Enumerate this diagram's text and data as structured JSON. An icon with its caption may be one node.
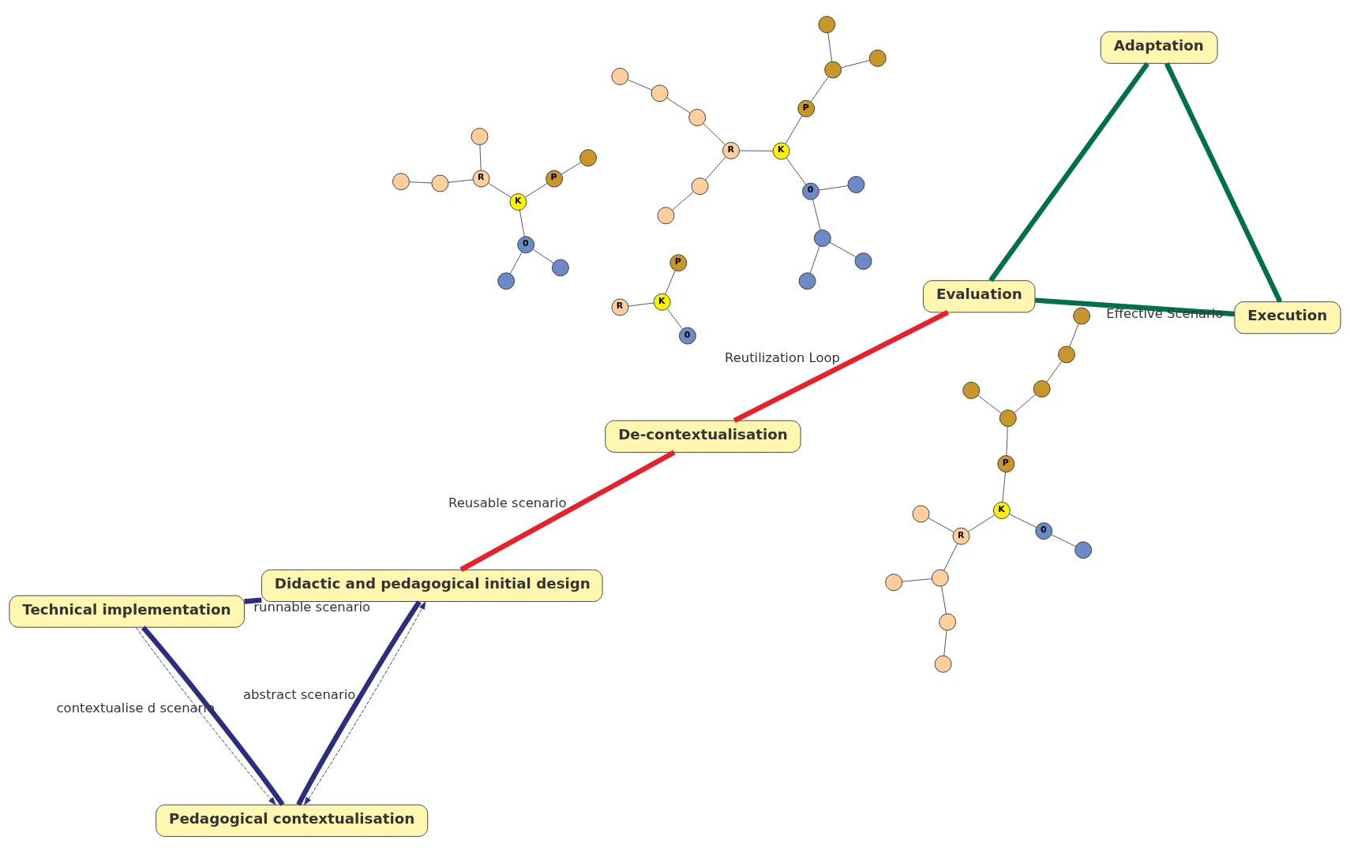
{
  "diagram": {
    "nodes": [
      {
        "text": [
          "Technical implementation"
        ]
      },
      {
        "text": [
          "Execution"
        ]
      },
      {
        "text": [
          "Pedagogical contextualisation"
        ]
      },
      {
        "text": [
          "Evaluation"
        ]
      },
      {
        "text": [
          "Adaptation"
        ]
      },
      {
        "text": [
          "Didactic and pedagogical initial design"
        ]
      },
      {
        "text": [
          "De-contextualisation"
        ]
      },
      {
        "text": [
          "R"
        ]
      },
      {
        "text": [
          "K"
        ]
      },
      {
        "text": [
          "0"
        ]
      },
      {
        "text": [
          "P"
        ]
      },
      {
        "text": [],
        "shape": "circle"
      },
      {
        "text": [],
        "shape": "circle"
      },
      {
        "text": [],
        "shape": "circle"
      },
      {
        "text": [],
        "shape": "circle"
      },
      {
        "text": [],
        "shape": "circle"
      },
      {
        "text": [],
        "shape": "circle"
      },
      {
        "text": [
          "R"
        ]
      },
      {
        "text": [
          "K"
        ]
      },
      {
        "text": [
          "0"
        ]
      },
      {
        "text": [
          "P"
        ]
      },
      {
        "text": [],
        "shape": "circle"
      },
      {
        "text": [],
        "shape": "circle"
      },
      {
        "text": [],
        "shape": "circle"
      },
      {
        "text": [],
        "shape": "circle"
      },
      {
        "text": [],
        "shape": "circle"
      },
      {
        "text": [],
        "shape": "circle"
      },
      {
        "text": [],
        "shape": "circle"
      },
      {
        "text": [],
        "shape": "circle"
      },
      {
        "text": [],
        "shape": "circle"
      },
      {
        "text": [],
        "shape": "circle"
      },
      {
        "text": [],
        "shape": "circle"
      },
      {
        "text": [],
        "shape": "circle"
      },
      {
        "text": [
          "R"
        ]
      },
      {
        "text": [
          "K"
        ]
      },
      {
        "text": [
          "0"
        ]
      },
      {
        "text": [
          "P"
        ]
      },
      {
        "text": [],
        "shape": "circle"
      },
      {
        "text": [],
        "shape": "circle"
      },
      {
        "text": [],
        "shape": "circle"
      },
      {
        "text": [],
        "shape": "circle"
      },
      {
        "text": [],
        "shape": "circle"
      },
      {
        "text": [],
        "shape": "circle"
      },
      {
        "text": [],
        "shape": "circle"
      },
      {
        "text": [],
        "shape": "circle"
      },
      {
        "text": [],
        "shape": "circle"
      },
      {
        "text": [],
        "shape": "circle"
      },
      {
        "text": [],
        "shape": "circle"
      },
      {
        "text": [
          "R"
        ]
      },
      {
        "text": [
          "K"
        ]
      },
      {
        "text": [
          "0"
        ]
      },
      {
        "text": [
          "P"
        ]
      }
    ],
    "edges": [
      {
        "from": 0,
        "to": 2,
        "arrow": "none",
        "label": "contextualise d scenario",
        "style": "thick",
        "color": "#2b2e7e"
      },
      {
        "from": 2,
        "to": 5,
        "arrow": "none",
        "label": "abstract scenario",
        "style": "thick",
        "color": "#2b2e7e"
      },
      {
        "from": 5,
        "to": 0,
        "arrow": "none",
        "label": "runnable scenario",
        "style": "thick",
        "color": "#2b2e7e"
      },
      {
        "from": 1,
        "to": 3,
        "arrow": "none",
        "label": "Effective Scenario",
        "style": "thick",
        "color": "#00704a"
      },
      {
        "from": 3,
        "to": 4,
        "arrow": "none",
        "style": "thick",
        "color": "#00704a"
      },
      {
        "from": 4,
        "to": 1,
        "arrow": "none",
        "style": "thick",
        "color": "#00704a"
      },
      {
        "from": 5,
        "to": 6,
        "arrow": "none",
        "label": "Reusable scenario",
        "style": "thick",
        "color": "#e8202a"
      },
      {
        "from": 6,
        "to": 3,
        "arrow": "none",
        "label": "Reutilization Loop",
        "style": "thick",
        "color": "#e8202a"
      },
      {
        "from": 0,
        "to": 2,
        "arrow": "to",
        "style": "dashed",
        "color": "#2b2e7e"
      },
      {
        "from": 2,
        "to": 5,
        "arrow": "both",
        "style": "dashed",
        "color": "#2b2e7e"
      },
      {
        "from": 7,
        "to": 8,
        "arrow": "none"
      },
      {
        "from": 8,
        "to": 9,
        "arrow": "none"
      },
      {
        "from": 8,
        "to": 10,
        "arrow": "none"
      },
      {
        "from": 7,
        "to": 11,
        "arrow": "none"
      },
      {
        "from": 7,
        "to": 12,
        "arrow": "none"
      },
      {
        "from": 12,
        "to": 13,
        "arrow": "none"
      },
      {
        "from": 9,
        "to": 14,
        "arrow": "none"
      },
      {
        "from": 9,
        "to": 15,
        "arrow": "none"
      },
      {
        "from": 10,
        "to": 16,
        "arrow": "none"
      },
      {
        "from": 17,
        "to": 18,
        "arrow": "none"
      },
      {
        "from": 18,
        "to": 19,
        "arrow": "none"
      },
      {
        "from": 18,
        "to": 20,
        "arrow": "none"
      },
      {
        "from": 17,
        "to": 21,
        "arrow": "none"
      },
      {
        "from": 21,
        "to": 22,
        "arrow": "none"
      },
      {
        "from": 22,
        "to": 23,
        "arrow": "none"
      },
      {
        "from": 17,
        "to": 24,
        "arrow": "none"
      },
      {
        "from": 24,
        "to": 25,
        "arrow": "none"
      },
      {
        "from": 19,
        "to": 26,
        "arrow": "none"
      },
      {
        "from": 26,
        "to": 27,
        "arrow": "none"
      },
      {
        "from": 26,
        "to": 28,
        "arrow": "none"
      },
      {
        "from": 19,
        "to": 29,
        "arrow": "none"
      },
      {
        "from": 20,
        "to": 30,
        "arrow": "none"
      },
      {
        "from": 30,
        "to": 31,
        "arrow": "none"
      },
      {
        "from": 30,
        "to": 32,
        "arrow": "none"
      },
      {
        "from": 33,
        "to": 34,
        "arrow": "none"
      },
      {
        "from": 34,
        "to": 35,
        "arrow": "none"
      },
      {
        "from": 34,
        "to": 36,
        "arrow": "none"
      },
      {
        "from": 33,
        "to": 37,
        "arrow": "none"
      },
      {
        "from": 33,
        "to": 38,
        "arrow": "none"
      },
      {
        "from": 38,
        "to": 39,
        "arrow": "none"
      },
      {
        "from": 38,
        "to": 40,
        "arrow": "none"
      },
      {
        "from": 40,
        "to": 41,
        "arrow": "none"
      },
      {
        "from": 35,
        "to": 42,
        "arrow": "none"
      },
      {
        "from": 36,
        "to": 43,
        "arrow": "none"
      },
      {
        "from": 43,
        "to": 44,
        "arrow": "none"
      },
      {
        "from": 43,
        "to": 45,
        "arrow": "none"
      },
      {
        "from": 45,
        "to": 46,
        "arrow": "none"
      },
      {
        "from": 46,
        "to": 47,
        "arrow": "none"
      },
      {
        "from": 48,
        "to": 49,
        "arrow": "none"
      },
      {
        "from": 49,
        "to": 50,
        "arrow": "none"
      },
      {
        "from": 49,
        "to": 51,
        "arrow": "none"
      }
    ]
  }
}
